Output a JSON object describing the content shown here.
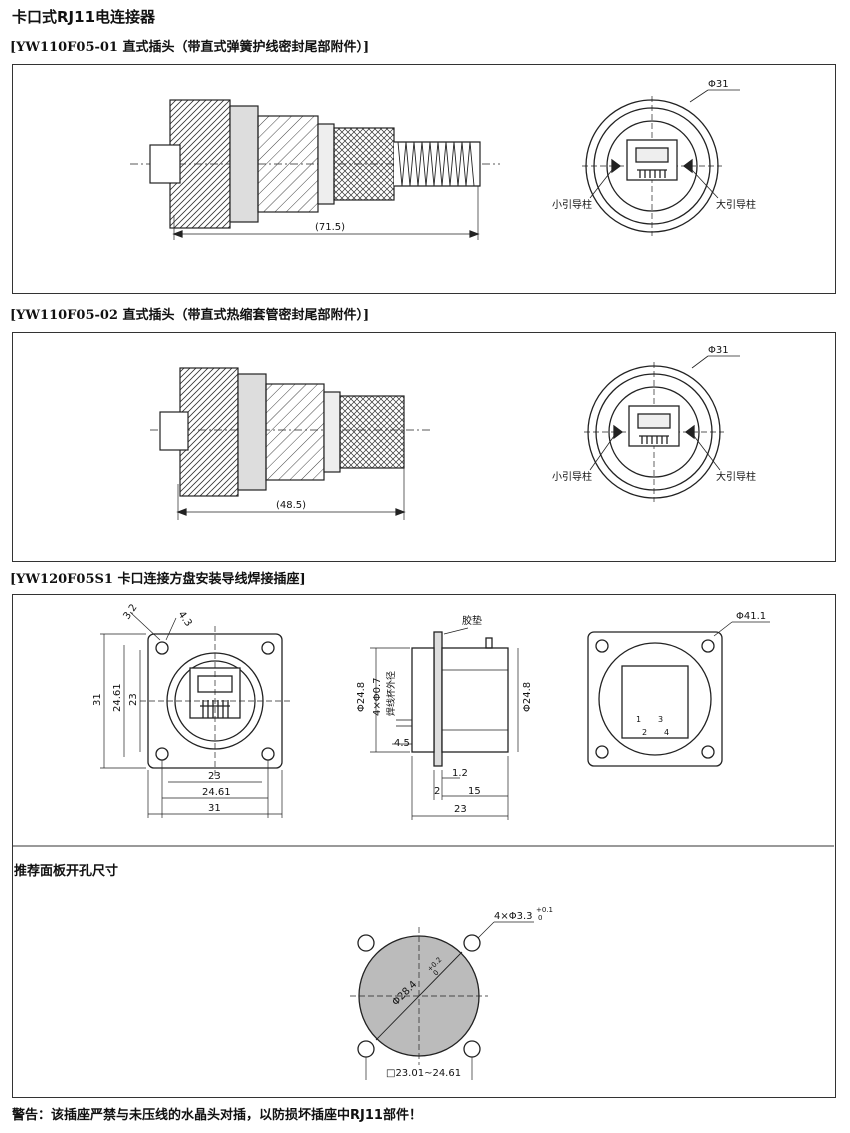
{
  "title": "卡口式RJ11电连接器",
  "sections": [
    {
      "label": "[YW110F05-01 直式插头（带直式弹簧护线密封尾部附件）]"
    },
    {
      "label": "[YW110F05-02 直式插头（带直式热缩套管密封尾部附件）]"
    },
    {
      "label": "[YW120F05S1 卡口连接方盘安装导线焊接插座]"
    }
  ],
  "panel_cutout_title": "推荐面板开孔尺寸",
  "dims": {
    "len1": "(71.5)",
    "len2": "(48.5)",
    "phi31": "Φ31",
    "small_pin": "小引导柱",
    "big_pin": "大引导柱",
    "d32": "3.2",
    "d43": "4.3",
    "d31v": "31",
    "d2461v": "24.61",
    "d23v": "23",
    "d23h": "23",
    "d2461h": "24.61",
    "d31h": "31",
    "gasket": "胶垫",
    "phi248a": "Φ24.8",
    "holes": "4×Φ0.7",
    "wire": "焊线杯外径",
    "d45": "4.5",
    "phi248b": "Φ24.8",
    "d12": "1.2",
    "d2": "2",
    "d15": "15",
    "d23b": "23",
    "phi411": "Φ41.1",
    "pin1": "1",
    "pin3": "3",
    "pin2": "2",
    "pin4": "4",
    "cut_holes": "4×Φ3.3",
    "cut_holes_tol": "+0.1",
    "cut_holes_tol0": "0",
    "cut_dia": "Φ28.4",
    "cut_dia_tol": "+0.2",
    "cut_dia_tol0": "0",
    "cut_sq": "□23.01~24.61"
  },
  "warning": "警告：该插座严禁与未压线的水晶头对插，以防损坏插座中RJ11部件！"
}
